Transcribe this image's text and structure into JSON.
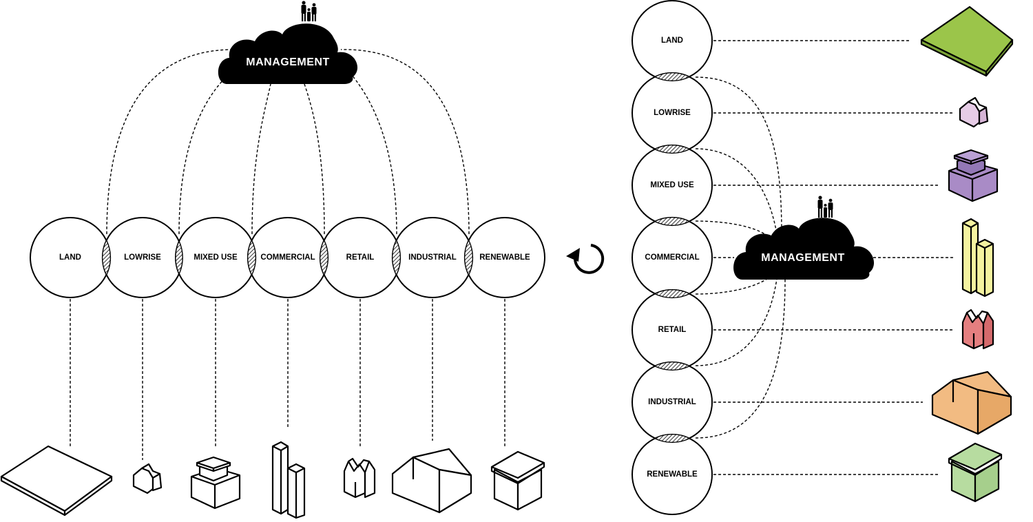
{
  "left_panel": {
    "management_label": "MANAGEMENT",
    "categories": [
      {
        "key": "land",
        "label": "LAND"
      },
      {
        "key": "lowrise",
        "label": "LOWRISE"
      },
      {
        "key": "mixed_use",
        "label": "MIXED USE"
      },
      {
        "key": "commercial",
        "label": "COMMERCIAL"
      },
      {
        "key": "retail",
        "label": "RETAIL"
      },
      {
        "key": "industrial",
        "label": "INDUSTRIAL"
      },
      {
        "key": "renewable",
        "label": "RENEWABLE"
      }
    ]
  },
  "transition_icon": "rotate-arrow-icon",
  "right_panel": {
    "management_label": "MANAGEMENT",
    "categories": [
      {
        "key": "land",
        "label": "LAND",
        "color": "#9bc54a"
      },
      {
        "key": "lowrise",
        "label": "LOWRISE",
        "color": "#e6cce6"
      },
      {
        "key": "mixed_use",
        "label": "MIXED USE",
        "color": "#a98bc6"
      },
      {
        "key": "commercial",
        "label": "COMMERCIAL",
        "color": "#f5f3a0"
      },
      {
        "key": "retail",
        "label": "RETAIL",
        "color": "#e47f80"
      },
      {
        "key": "industrial",
        "label": "INDUSTRIAL",
        "color": "#f2bb82"
      },
      {
        "key": "renewable",
        "label": "RENEWABLE",
        "color": "#b7dca0"
      }
    ]
  }
}
